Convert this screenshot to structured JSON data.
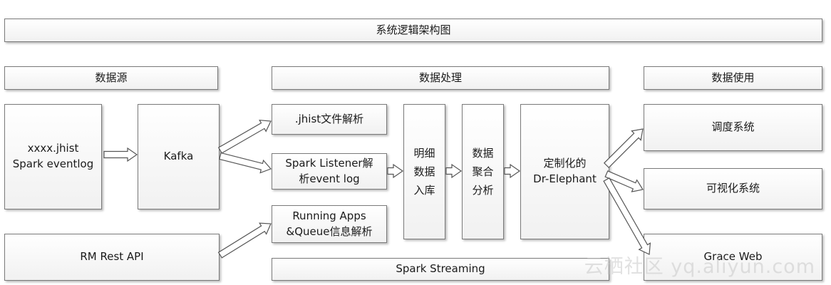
{
  "title": "系统逻辑架构图",
  "sections": {
    "source": "数据源",
    "processing": "数据处理",
    "usage": "数据使用"
  },
  "nodes": {
    "jhist_source": "xxxx.jhist\nSpark eventlog",
    "kafka": "Kafka",
    "rm_rest_api": "RM Rest API",
    "jhist_parse": ".jhist文件解析",
    "spark_listener": "Spark Listener解\n析event log",
    "running_apps": "Running Apps\n&Queue信息解析",
    "spark_streaming": "Spark Streaming",
    "detail_storage": "明细\n数据\n入库",
    "aggregation": "数据\n聚合\n分析",
    "dr_elephant": "定制化的\nDr-Elephant",
    "scheduling": "调度系统",
    "visualization": "可视化系统",
    "grace_web": "Grace Web"
  },
  "watermark": "云栖社区 yq.aliyun.com",
  "colors": {
    "box_border": "#7a7a7a",
    "box_fill": "#ffffff",
    "arrow_stroke": "#555555",
    "text": "#1a1a1a"
  }
}
